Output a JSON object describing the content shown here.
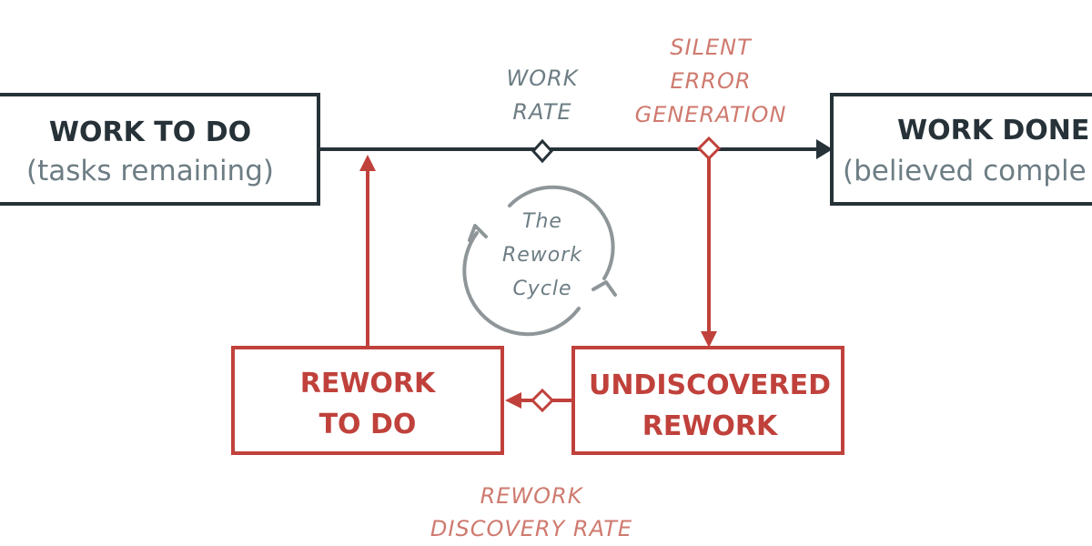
{
  "stocks": {
    "work_to_do": {
      "title": "WORK TO DO",
      "subtitle": "(tasks remaining)"
    },
    "work_done": {
      "title": "WORK DONE",
      "subtitle": "(believed comple"
    },
    "rework_to_do": {
      "line1": "REWORK",
      "line2": "TO DO"
    },
    "undiscovered_rework": {
      "line1": "UNDISCOVERED",
      "line2": "REWORK"
    }
  },
  "flows": {
    "work_rate": {
      "line1": "WORK",
      "line2": "RATE"
    },
    "silent_error_generation": {
      "line1": "SILENT",
      "line2": "ERROR",
      "line3": "GENERATION"
    },
    "rework_discovery_rate": {
      "line1": "REWORK",
      "line2": "DISCOVERY RATE"
    }
  },
  "loop": {
    "line1": "The",
    "line2": "Rework",
    "line3": "Cycle"
  },
  "colors": {
    "dark": "#263238",
    "gray_text": "#6d7d84",
    "red": "#c0413b",
    "salmon": "#cf7a6f",
    "loop_gray": "#8f9699"
  }
}
